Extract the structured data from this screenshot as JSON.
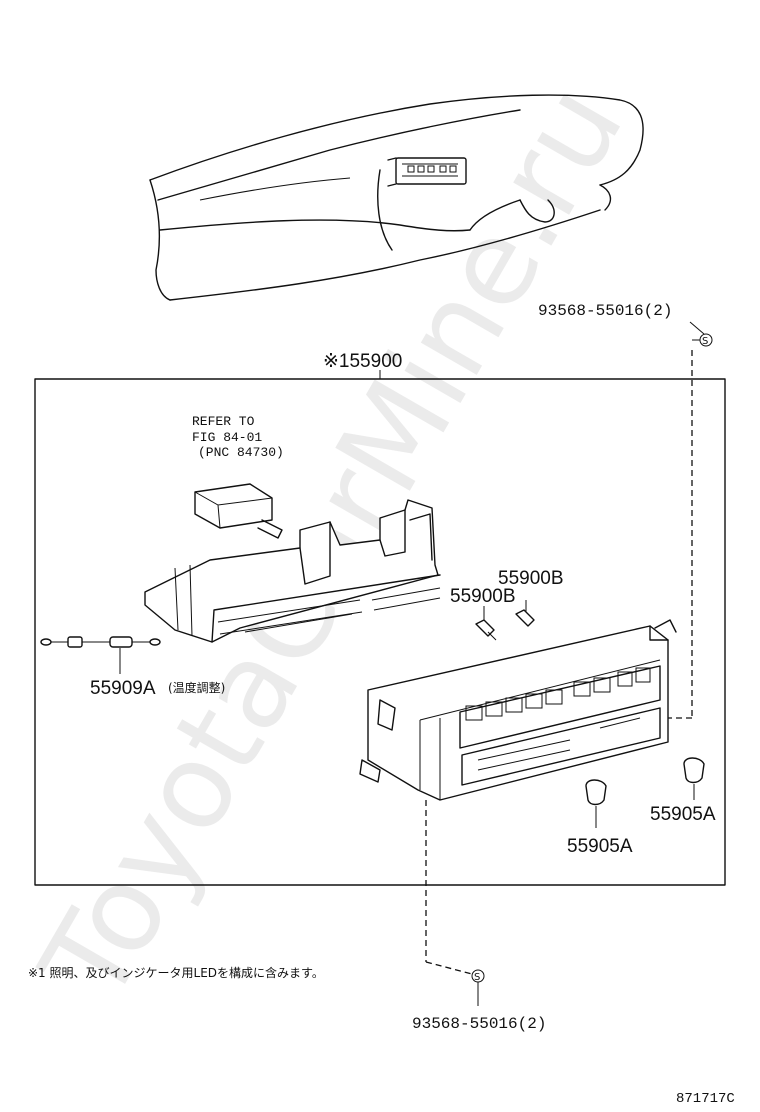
{
  "watermark": "ToyotaCarMine.ru",
  "assembly": {
    "label": "※155900"
  },
  "refer_to": {
    "line1": "REFER TO",
    "line2": "FIG 84-01",
    "line3": "(PNC 84730)"
  },
  "parts": {
    "bulb_upper": "55900B",
    "bulb_lower": "55900B",
    "sensor": "55909A",
    "sensor_note": "(温度調整)",
    "knob_left": "55905A",
    "knob_right": "55905A",
    "screw_top": "93568-55016(2)",
    "screw_bottom": "93568-55016(2)"
  },
  "screw_symbol": "S",
  "footnote": "※1 照明、及びインジケータ用LEDを構成に含みます。",
  "figure_code": "871717C"
}
